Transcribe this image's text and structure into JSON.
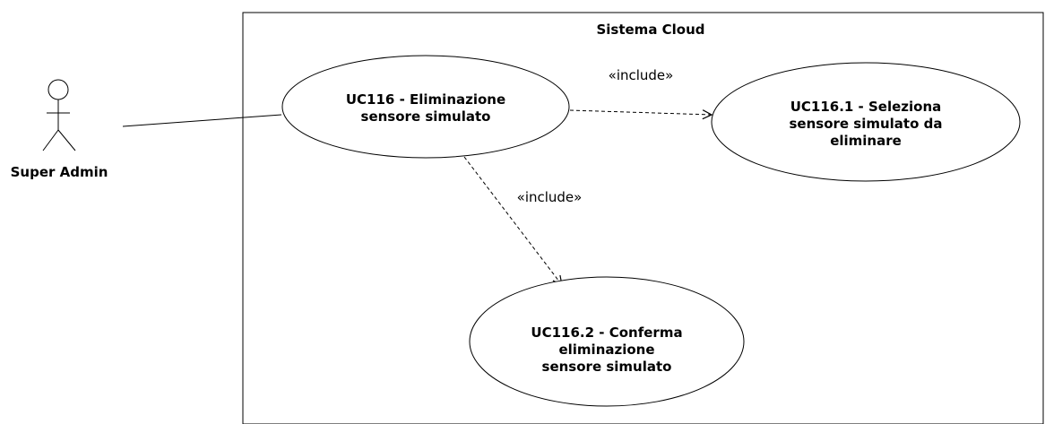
{
  "system": {
    "title": "Sistema Cloud"
  },
  "actor": {
    "name": "Super Admin"
  },
  "use_cases": {
    "uc116": {
      "line1": "UC116 - Eliminazione",
      "line2": "sensore simulato"
    },
    "uc116_1": {
      "line1": "UC116.1 - Seleziona",
      "line2": "sensore simulato da",
      "line3": "eliminare"
    },
    "uc116_2": {
      "line1": "UC116.2 - Conferma",
      "line2": "eliminazione",
      "line3": "sensore simulato"
    }
  },
  "relations": {
    "include_1": "«include»",
    "include_2": "«include»"
  }
}
